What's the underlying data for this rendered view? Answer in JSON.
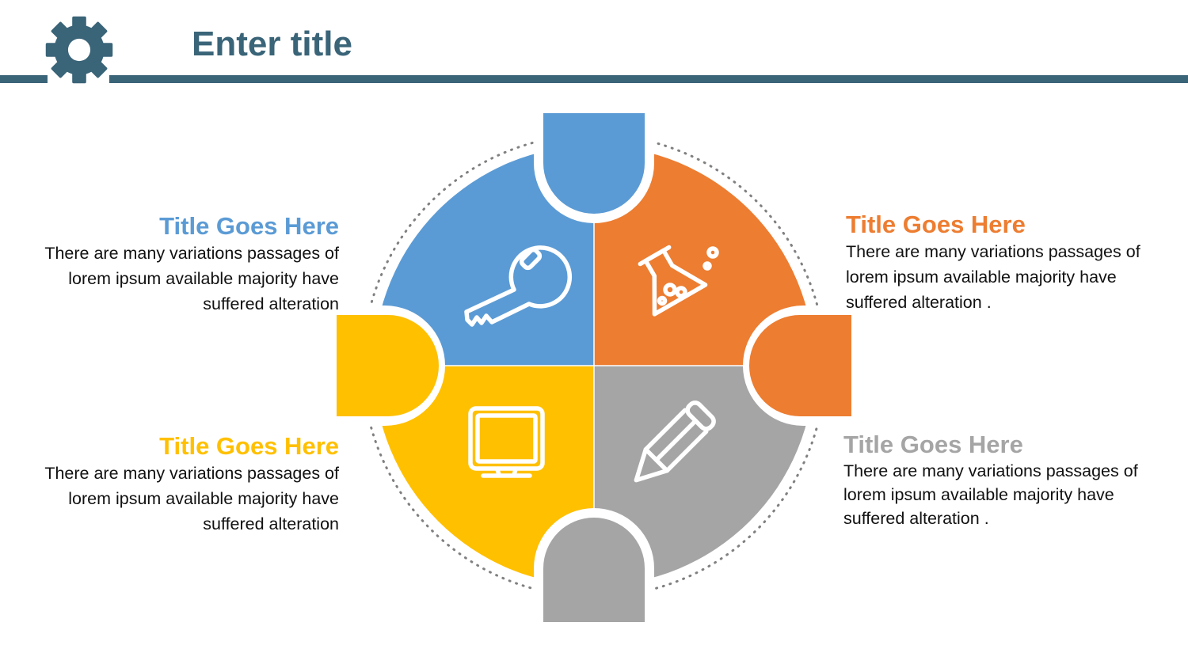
{
  "header": {
    "title": "Enter title",
    "icon": "gear-icon",
    "color": "#3a6478"
  },
  "diagram": {
    "segments": [
      {
        "id": "top-left",
        "color": "#5b9bd5",
        "icon": "key-icon",
        "title": "Title Goes Here",
        "text": "There are many variations passages of lorem ipsum available  majority have suffered alteration"
      },
      {
        "id": "top-right",
        "color": "#ed7d31",
        "icon": "flask-icon",
        "title": "Title Goes Here",
        "text": "There are many variations passages of lorem ipsum available  majority have suffered alteration ."
      },
      {
        "id": "bottom-left",
        "color": "#ffc000",
        "icon": "monitor-icon",
        "title": "Title Goes Here",
        "text": "There are many variations passages of lorem ipsum available  majority have suffered alteration"
      },
      {
        "id": "bottom-right",
        "color": "#a5a5a5",
        "icon": "pencil-icon",
        "title": "Title Goes Here",
        "text": "There are many variations passages of lorem ipsum available  majority have suffered alteration ."
      }
    ]
  }
}
